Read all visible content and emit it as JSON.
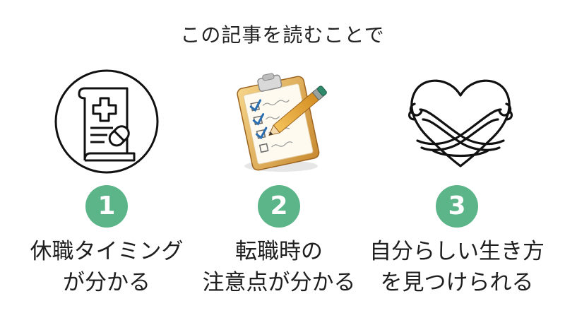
{
  "heading": "この記事を読むことで",
  "colors": {
    "badge": "#5bb589",
    "text": "#1e1e1e",
    "line": "#111111"
  },
  "items": [
    {
      "number": "1",
      "icon": "medical-document-icon",
      "label_lines": [
        "休職タイミング",
        "が分かる"
      ]
    },
    {
      "number": "2",
      "icon": "clipboard-checklist-icon",
      "label_lines": [
        "転職時の",
        "注意点が分かる"
      ]
    },
    {
      "number": "3",
      "icon": "self-hug-heart-icon",
      "label_lines": [
        "自分らしい生き方",
        "を見つけられる"
      ]
    }
  ]
}
